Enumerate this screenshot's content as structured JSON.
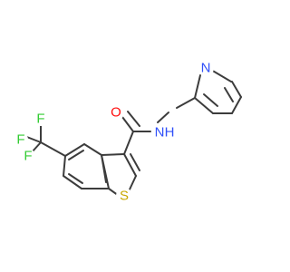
{
  "molecule": {
    "atoms": {
      "o": "O",
      "nh": "N",
      "h": "H",
      "n_py": "N",
      "s": "S",
      "f1": "F",
      "f2": "F",
      "f3": "F"
    }
  },
  "colors": {
    "bond": "#3c3c3c",
    "oxygen": "#ff0d0d",
    "nitrogen": "#3050f8",
    "sulfur": "#c8a800",
    "fluorine": "#33cc33"
  }
}
